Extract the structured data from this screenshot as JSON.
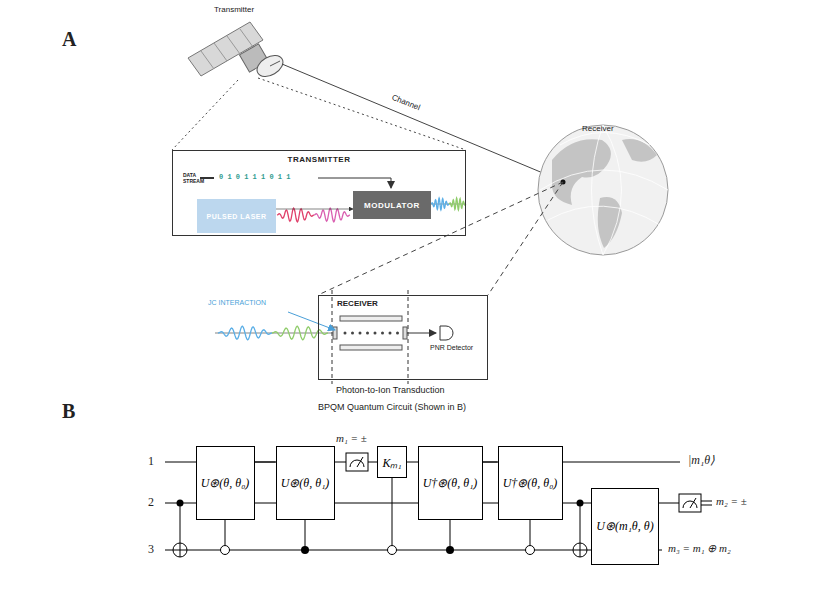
{
  "diagram": {
    "nodes": [
      {
        "text": [
          "TRANSMITTER"
        ]
      },
      {
        "text": [
          "PULSED LASER"
        ],
        "in": 0
      },
      {
        "text": [
          "MODULATOR"
        ],
        "in": 0
      },
      {
        "text": [
          "RECEIVER"
        ]
      },
      {
        "text": [
          "U⊛(θ, θ₀)"
        ]
      },
      {
        "text": [
          "U⊛(θ, θ₁)"
        ]
      },
      {
        "text": [
          "Kₘ₁"
        ]
      },
      {
        "text": [
          "U†⊛(θ, θ₁)"
        ]
      },
      {
        "text": [
          "U†⊛(θ, θ₀)"
        ]
      },
      {
        "text": [
          "U⊛(m₁θ, θ)"
        ]
      }
    ],
    "edges": [
      {
        "from": 1,
        "to": 2,
        "arrow": "to"
      },
      {
        "from": 4,
        "to": 5,
        "arrow": "none"
      },
      {
        "from": 7,
        "to": 8,
        "arrow": "none"
      }
    ],
    "labels": [
      "A",
      "Transmitter",
      "Channel",
      "Receiver",
      "DATA STREAM",
      "0 1 0 1 1 1 0 1 1",
      "JC INTERACTION",
      "PNR Detector",
      "Photon-to-Ion Transduction",
      "BPQM Quantum Circuit (Shown in B)",
      "B",
      "1",
      "2",
      "3",
      "m₁ = ±",
      "|m₁θ⟩",
      "m₂ = ±",
      "m₃ = m₁ ⊕ m₂"
    ]
  }
}
